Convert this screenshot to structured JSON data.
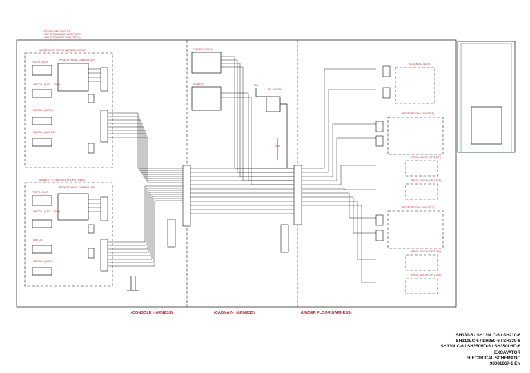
{
  "option_note": [
    "OPTION LINE CIRCUIT",
    "<1ST OPTION(RIGHT KNOB PROPO)",
    "<2ND OPTION(LEFT KNOB PROPO)"
  ],
  "harness_labels": [
    "(CONSOLE HARNESS)",
    "(CABMAIN HARNESS)",
    "(UNDER FLOOR HARNESS)"
  ],
  "switch_groups": [
    {
      "header": "KNOB(RIGHT) SWITCH & PROPO LEVER",
      "propo_lever": "PROPO LEVER",
      "controller": "PROPORTIONAL CONTROLLER",
      "switch1": "SWITCH 1 (P.SOL 1 100%)",
      "switch2": "SWITCH 2 (WIPER)",
      "switch3": "SWITCH 3 (WASHER)"
    },
    {
      "header": "KNOB(LEFT) SWITCH & PROPO LEVER",
      "propo_lever": "PROPO LEVER",
      "controller": "PROPORTIONAL CONTROLLER",
      "switch1": "SWITCH 1 (P.SOL 2 100%)",
      "switch2": "SWITCH 2",
      "switch3": "SWITCH 3 (HORN)"
    }
  ],
  "cab_items": {
    "controller": "CONTROLLER_A",
    "monitor": "MONITOR",
    "relay": "RELAY HORN",
    "fuse": "15A",
    "ground": "GND"
  },
  "valve_groups": [
    "SOLENOID VALVE",
    "PROPORTIONAL SV(OPT1)",
    "PRESS SWITCH (OPT1-DRV)",
    "PRESS SWITCH (OPT1-SUP)",
    "PROPORTIONAL SV(OPT2)",
    "PRESS SWITCH (OPT2-DRV)",
    "PRESS SWITCH (OPT2-SUP)"
  ],
  "title_block": [
    "SH130-6 / SH130LC-6 / SH210-6",
    "SH210LC-6 / SH250-6 / SH330-6",
    "SH330LC-6 / SH350HD-6 / SH350LHD-6",
    "EXCAVATOR",
    "ELECTRICAL SCHEMATIC",
    "98081667-1 EN"
  ],
  "colors": {
    "label_red": "#d2232a",
    "wire": "#111111",
    "legend_green": "#2f7d3a"
  }
}
